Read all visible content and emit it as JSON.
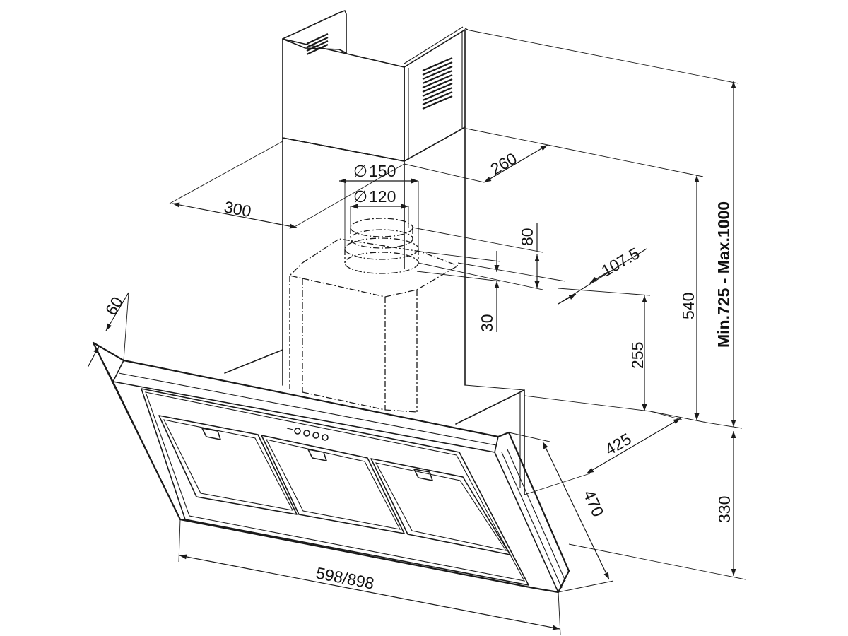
{
  "dimensions": {
    "d_300": "300",
    "d_260": "260",
    "d_150": "150",
    "d_120": "120",
    "d_80": "80",
    "d_107_5": "107.5",
    "d_30": "30",
    "d_255": "255",
    "d_540": "540",
    "d_height_range": "Min.725  -  Max.1000",
    "d_60": "60",
    "d_425": "425",
    "d_470": "470",
    "d_330": "330",
    "d_width": "598/898"
  },
  "symbols": {
    "diameter": "∅"
  }
}
